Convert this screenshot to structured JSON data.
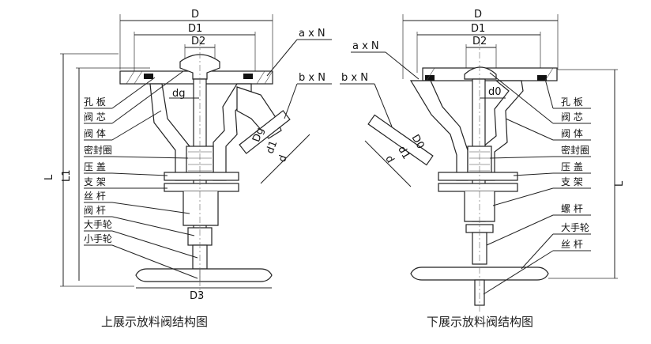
{
  "left_diagram": {
    "caption": "上展示放料阀结构图",
    "dims": {
      "D": "D",
      "D1": "D1",
      "D2": "D2",
      "dg": "dg",
      "Dg": "Dg",
      "d1": "d1",
      "d": "d",
      "L": "L",
      "L1": "L1",
      "D3": "D3",
      "axN": "a x N",
      "bxN": "b x N"
    },
    "labels": [
      "孔 板",
      "阀 芯",
      "阀 体",
      "密封圈",
      "压 盖",
      "支 架",
      "丝 杆",
      "阀 杆",
      "大手轮",
      "小手轮"
    ]
  },
  "right_diagram": {
    "caption": "下展示放料阀结构图",
    "dims": {
      "D": "D",
      "D1": "D1",
      "D2": "D2",
      "d0": "d0",
      "D0": "D0",
      "d1": "d1",
      "d": "d",
      "L": "L",
      "axN": "a x N",
      "bxN": "b x N"
    },
    "labels": [
      "孔 板",
      "阀 芯",
      "阀 体",
      "密封圈",
      "压 盖",
      "支 架",
      "螺 杆",
      "大手轮",
      "丝 杆"
    ]
  }
}
